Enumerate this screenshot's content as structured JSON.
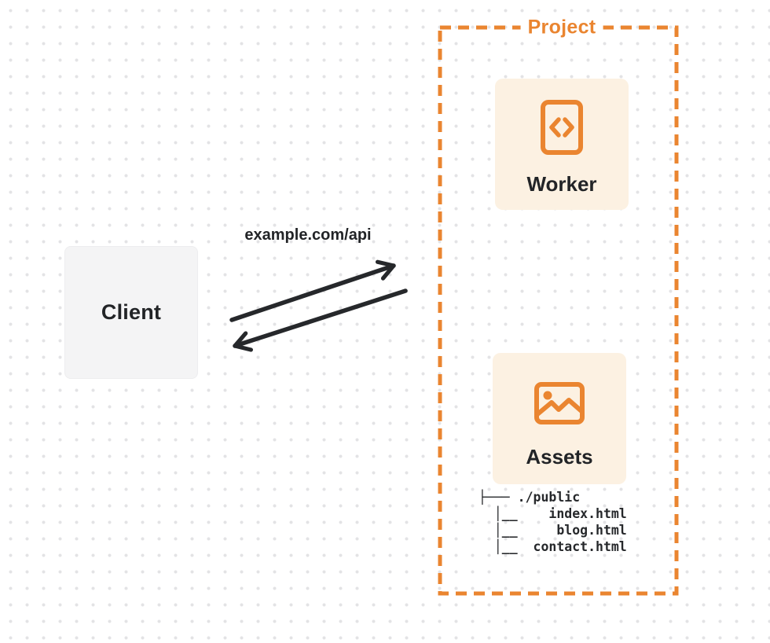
{
  "colors": {
    "accent_orange": "#EA8530",
    "card_cream": "#FCF1E2",
    "client_gray": "#F4F4F5",
    "ink": "#26282B",
    "grid_dot": "#E3E3E5"
  },
  "client": {
    "label": "Client"
  },
  "connection": {
    "url": "example.com/api",
    "request_arrow": "client-to-project",
    "response_arrow": "project-to-client"
  },
  "project": {
    "title": "Project",
    "worker": {
      "label": "Worker",
      "icon": "code-file-icon"
    },
    "assets": {
      "label": "Assets",
      "icon": "image-icon"
    },
    "file_tree": [
      "├─── ./public",
      "  │__    index.html",
      "  │__     blog.html",
      "  │__  contact.html"
    ]
  }
}
